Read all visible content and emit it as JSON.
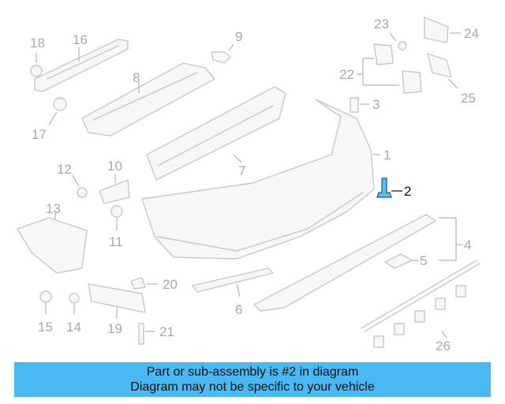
{
  "callouts": {
    "c1": "1",
    "c2": "2",
    "c3": "3",
    "c4": "4",
    "c5": "5",
    "c6": "6",
    "c7": "7",
    "c8": "8",
    "c9": "9",
    "c10": "10",
    "c11": "11",
    "c12": "12",
    "c13": "13",
    "c14": "14",
    "c15": "15",
    "c16": "16",
    "c17": "17",
    "c18": "18",
    "c19": "19",
    "c20": "20",
    "c21": "21",
    "c22": "22",
    "c23": "23",
    "c24": "24",
    "c25": "25",
    "c26": "26"
  },
  "highlight": {
    "part_number": "2",
    "color": "#5bbfe8"
  },
  "banner": {
    "line1": "Part or sub-assembly is #2 in diagram",
    "line2": "Diagram may not be specific to your vehicle",
    "background": "#4ab8f3"
  },
  "colors": {
    "outline": "#c8c8c8",
    "label": "#a8a8a8",
    "active_label": "#111111"
  }
}
